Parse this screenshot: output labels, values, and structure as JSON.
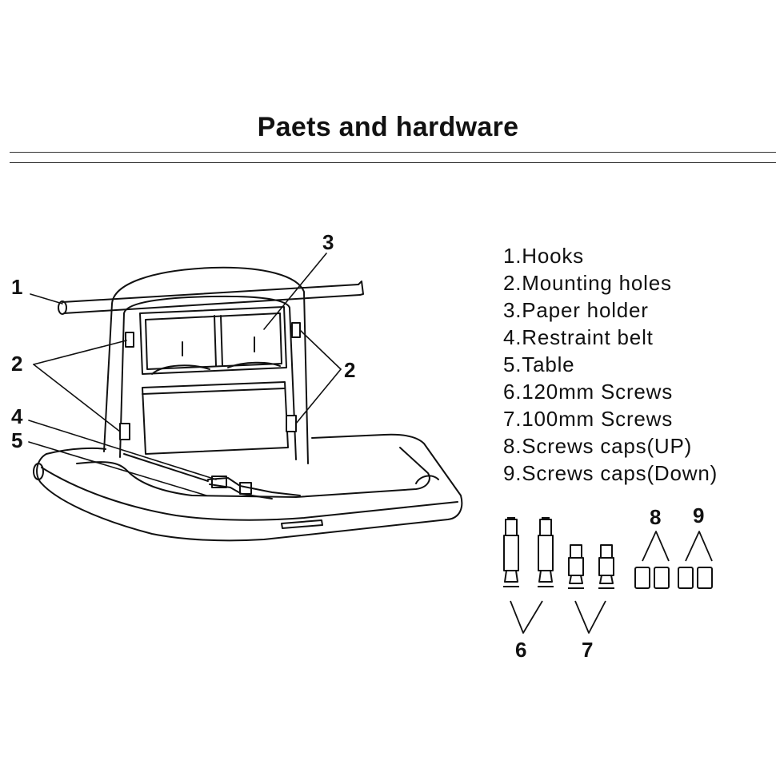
{
  "title": "Paets and hardware",
  "parts": [
    "1.Hooks",
    "2.Mounting holes",
    "3.Paper holder",
    "4.Restraint belt",
    "5.Table",
    "6.120mm Screws",
    "7.100mm Screws",
    "8.Screws caps(UP)",
    "9.Screws caps(Down)"
  ],
  "callouts": {
    "hooks": "1",
    "mounting_holes_left": "2",
    "mounting_holes_right": "2",
    "paper_holder": "3",
    "restraint_belt": "4",
    "table": "5"
  },
  "hardware_labels": {
    "screws_120mm": "6",
    "screws_100mm": "7",
    "caps_up": "8",
    "caps_down": "9"
  }
}
